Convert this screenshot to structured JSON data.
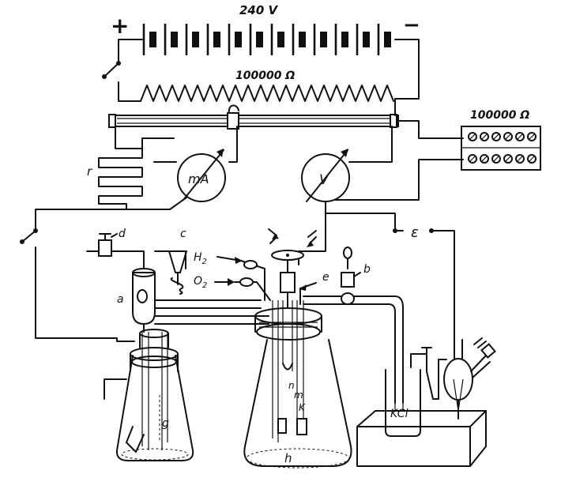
{
  "labels": {
    "battery_voltage": "240 V",
    "plus": "+",
    "minus": "−",
    "rheostat_resistance": "100000 Ω",
    "box_resistance": "100000 Ω",
    "milliammeter": "mA",
    "voltmeter": "V",
    "rheostat_r": "r",
    "emf": "ε",
    "h2": "H",
    "h2_sub": "2",
    "o2": "O",
    "o2_sub": "2",
    "a": "a",
    "b": "b",
    "c": "c",
    "d": "d",
    "e": "e",
    "g": "g",
    "h": "h",
    "k": "K",
    "m": "m",
    "n": "n",
    "kcl": "KCl"
  }
}
